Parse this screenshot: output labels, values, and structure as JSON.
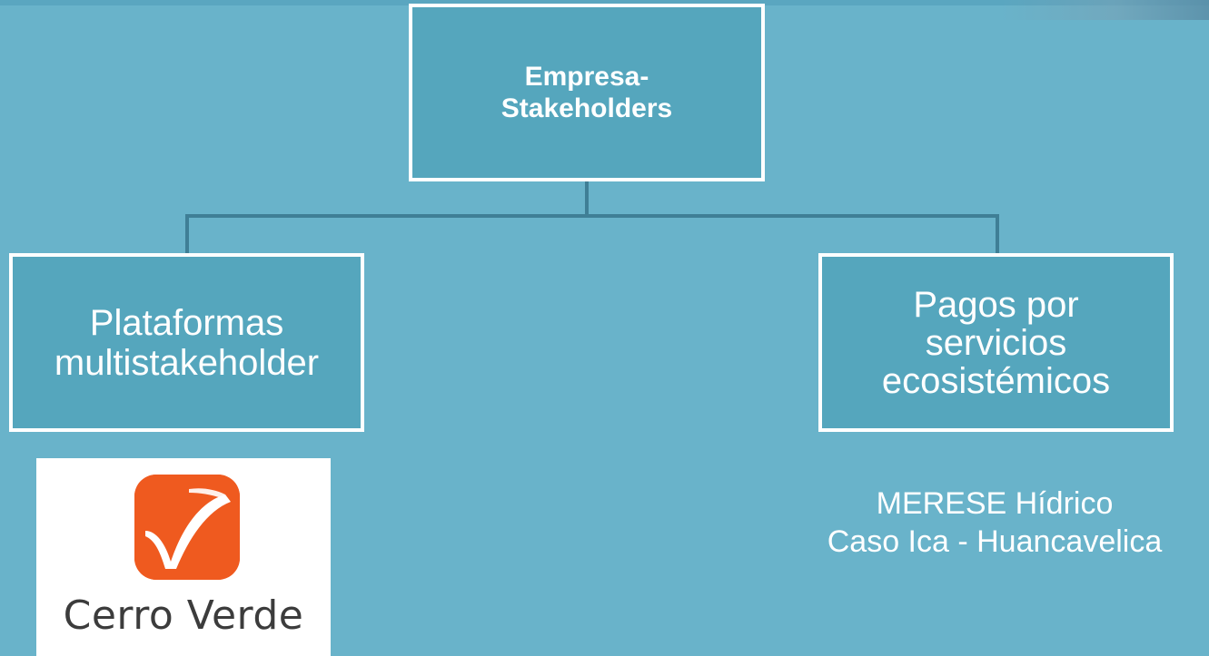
{
  "diagram": {
    "root": {
      "line1": "Empresa-",
      "line2": "Stakeholders"
    },
    "left": {
      "line1": "Plataformas",
      "line2": "multistakeholder"
    },
    "right": {
      "line1": "Pagos por",
      "line2": "servicios",
      "line3": "ecosistémicos"
    }
  },
  "logo": {
    "name": "Cerro Verde",
    "icon": "cerro-verde-logo-mark-icon"
  },
  "caption": {
    "line1": "MERESE Hídrico",
    "line2": "Caso Ica - Huancavelica"
  },
  "colors": {
    "background": "#69b3ca",
    "box_fill": "#55a6bd",
    "box_border": "#ffffff",
    "connector": "#3f7f96",
    "logo_orange": "#ef5a1f"
  }
}
